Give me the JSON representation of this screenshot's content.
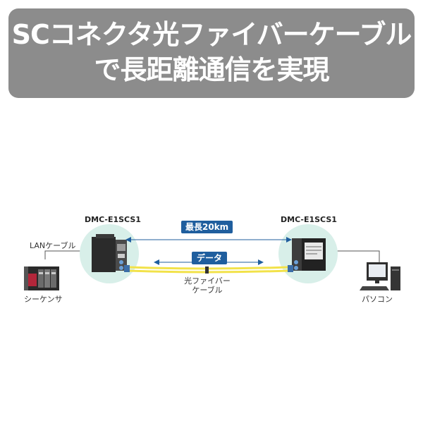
{
  "banner": {
    "line1": "SCコネクタ光ファイバーケーブル",
    "line2": "で長距離通信を実現"
  },
  "diagram": {
    "left_device": {
      "model": "DMC-E1SCS1"
    },
    "right_device": {
      "model": "DMC-E1SCS1"
    },
    "distance_label": "最長20km",
    "data_label": "データ",
    "fiber_label_line1": "光ファイバー",
    "fiber_label_line2": "ケーブル",
    "lan_label": "LANケーブル",
    "plc_label": "シーケンサ",
    "pc_label": "パソコン"
  },
  "colors": {
    "banner_bg": "#8c8c8c",
    "pill_bg": "#1f5e9e",
    "device_circle": "#d8efe9",
    "fiber": "#f2e24a",
    "distance_arrow": "#1f5e9e"
  }
}
